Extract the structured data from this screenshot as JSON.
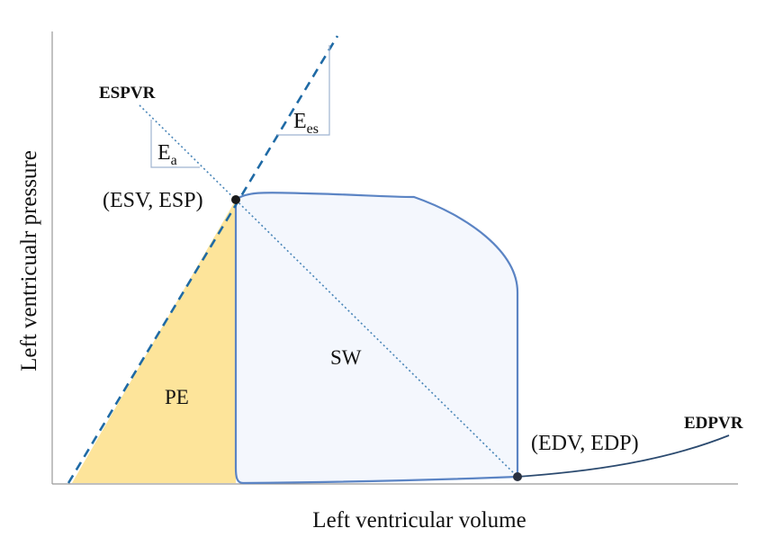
{
  "labels": {
    "y_axis": "Left ventricualr pressure",
    "x_axis": "Left ventricular volume",
    "espvr": "ESPVR",
    "edpvr": "EDPVR",
    "esv_esp": "(ESV, ESP)",
    "edv_edp": "(EDV, EDP)",
    "sw": "SW",
    "pe": "PE",
    "ea_main": "E",
    "ea_sub": "a",
    "ees_main": "E",
    "ees_sub": "es"
  },
  "colors": {
    "espvr_line": "#1f6aa5",
    "loop_stroke": "#5b84c4",
    "loop_fill": "#f4f7fd",
    "pe_fill": "#fde49a",
    "edpvr_line": "#2b4a6f",
    "axis": "#888888"
  }
}
